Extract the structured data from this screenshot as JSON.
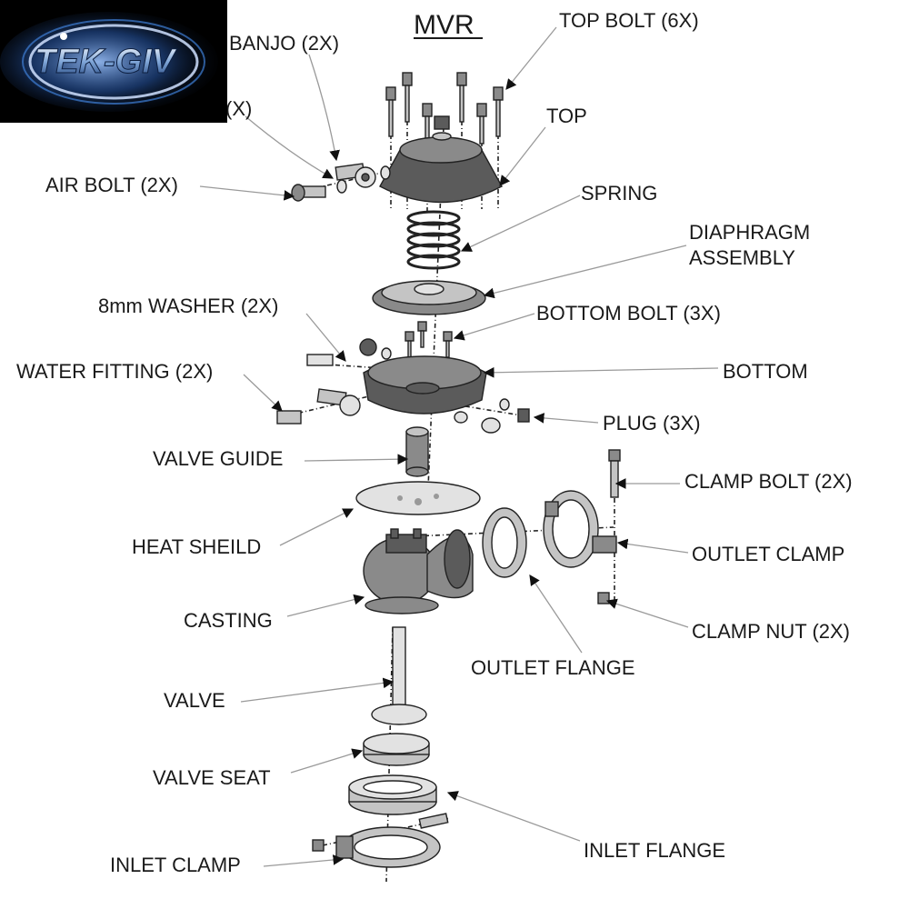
{
  "title": "MVR",
  "logo_text": "TEK-GIV",
  "labels": {
    "banjo": "BANJO (2X)",
    "crush": "(X)",
    "top_bolt": "TOP BOLT (6X)",
    "top": "TOP",
    "air_bolt": "AIR BOLT (2X)",
    "spring": "SPRING",
    "diaphragm_1": "DIAPHRAGM",
    "diaphragm_2": "ASSEMBLY",
    "washer_8mm": "8mm WASHER (2X)",
    "bottom_bolt": "BOTTOM BOLT (3X)",
    "water_fitting": "WATER FITTING (2X)",
    "bottom": "BOTTOM",
    "plug": "PLUG (3X)",
    "valve_guide": "VALVE GUIDE",
    "clamp_bolt": "CLAMP BOLT (2X)",
    "heat_shield": "HEAT SHEILD",
    "outlet_clamp": "OUTLET CLAMP",
    "casting": "CASTING",
    "clamp_nut": "CLAMP NUT (2X)",
    "outlet_flange": "OUTLET FLANGE",
    "valve": "VALVE",
    "valve_seat": "VALVE SEAT",
    "inlet_flange": "INLET FLANGE",
    "inlet_clamp": "INLET CLAMP"
  },
  "colors": {
    "logo_bg": "#000000",
    "logo_blue": "#3f7fd6",
    "part_dark": "#5b5b5b",
    "part_light": "#c4c4c4"
  }
}
